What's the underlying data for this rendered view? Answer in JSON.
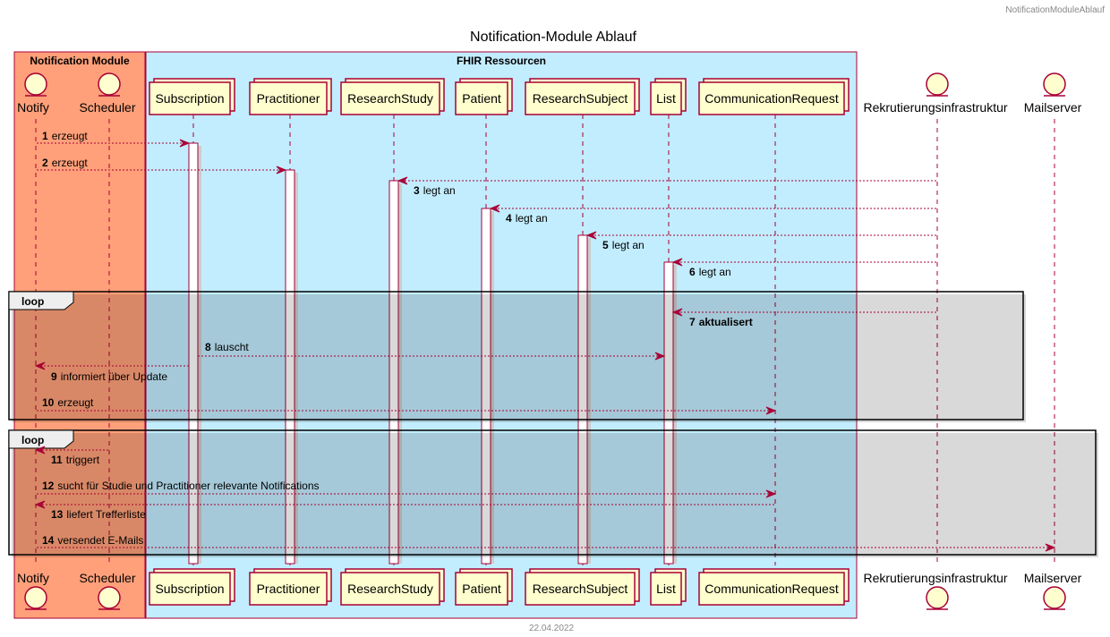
{
  "header_label": "NotificationModuleAblauf",
  "title": "Notification-Module Ablauf",
  "footer_date": "22.04.2022",
  "colors": {
    "notification_box": "#FFA07A",
    "fhir_box": "#C2EDFE",
    "border": "#A80036",
    "participant_fill": "#FEFECE"
  },
  "boxes": {
    "notification": "Notification Module",
    "fhir": "FHIR Ressourcen"
  },
  "participants": {
    "notify": "Notify",
    "scheduler": "Scheduler",
    "subscription": "Subscription",
    "practitioner": "Practitioner",
    "researchstudy": "ResearchStudy",
    "patient": "Patient",
    "researchsubject": "ResearchSubject",
    "list": "List",
    "communicationrequest": "CommunicationRequest",
    "rekrutierung": "Rekrutierungsinfrastruktur",
    "mailserver": "Mailserver"
  },
  "loops": [
    "loop",
    "loop"
  ],
  "messages": [
    {
      "num": "1",
      "text": "erzeugt"
    },
    {
      "num": "2",
      "text": "erzeugt"
    },
    {
      "num": "3",
      "text": "legt an"
    },
    {
      "num": "4",
      "text": "legt an"
    },
    {
      "num": "5",
      "text": "legt an"
    },
    {
      "num": "6",
      "text": "legt an"
    },
    {
      "num": "7",
      "text": "aktualisert"
    },
    {
      "num": "8",
      "text": "lauscht"
    },
    {
      "num": "9",
      "text": "informiert über Update"
    },
    {
      "num": "10",
      "text": "erzeugt"
    },
    {
      "num": "11",
      "text": "triggert"
    },
    {
      "num": "12",
      "text": "sucht für Studie und Practitioner relevante Notifications"
    },
    {
      "num": "13",
      "text": "liefert Trefferliste"
    },
    {
      "num": "14",
      "text": "versendet E-Mails"
    }
  ]
}
